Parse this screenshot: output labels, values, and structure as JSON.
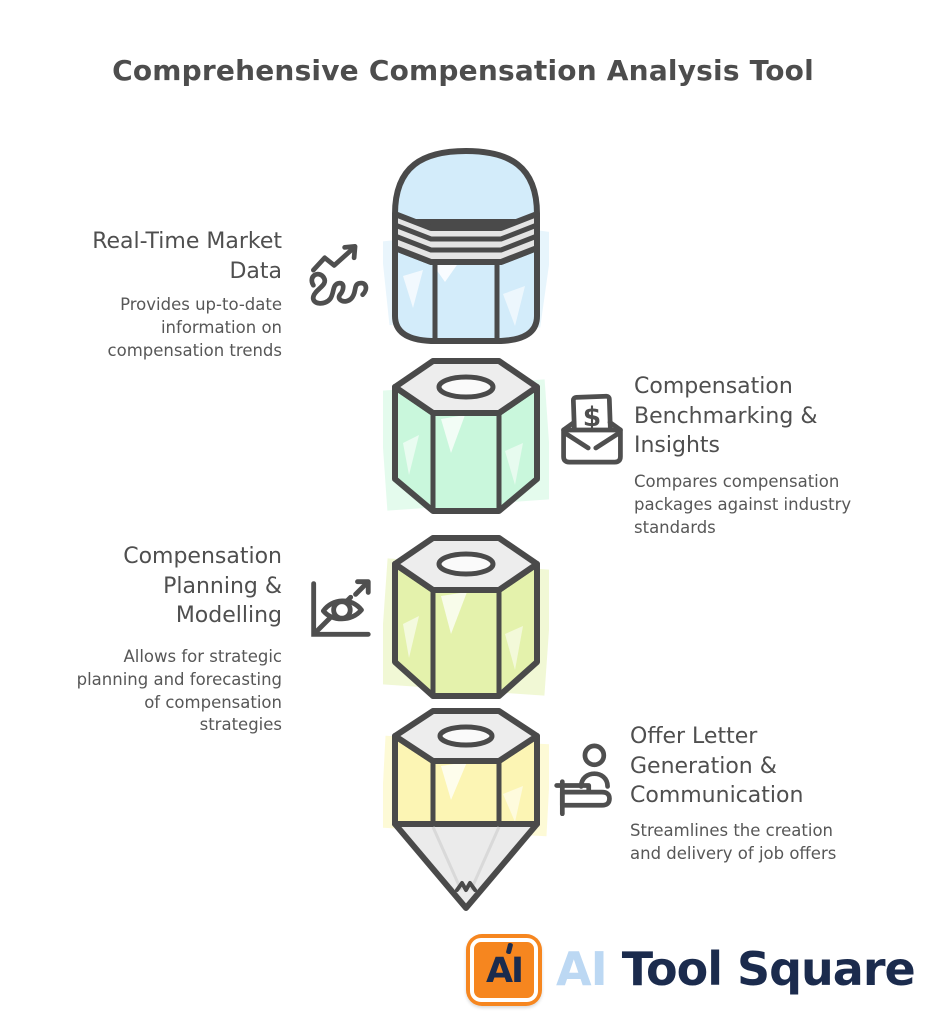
{
  "title": "Comprehensive Compensation Analysis Tool",
  "colors": {
    "outline": "#4a4a4a",
    "icon_stroke": "#4f4f4f",
    "heading_text": "#4f4f4f",
    "body_text": "#575757",
    "title_text": "#4d4d4d",
    "eraser_blue": "#d3ecfa",
    "mint_green": "#c9f7dc",
    "lime_green": "#e4f2ac",
    "soft_yellow": "#fcf5b4",
    "wood_gray": "#ededed",
    "ferrule_gray": "#e4e4e4",
    "tip_gray": "#ebebeb",
    "logo_orange": "#f6861f",
    "brand_light_blue": "#bcd8f3",
    "brand_navy": "#1b2b4d"
  },
  "features": [
    {
      "heading": "Real-Time Market Data",
      "description": "Provides up-to-date information on compensation trends",
      "icon": "trend-arrow-scribble-icon"
    },
    {
      "heading": "Compensation Benchmarking & Insights",
      "description": "Compares compensation packages against industry standards",
      "icon": "dollar-envelope-icon",
      "dollar_symbol": "$"
    },
    {
      "heading": "Compensation Planning & Modelling",
      "description": "Allows for strategic planning and forecasting of compensation strategies",
      "icon": "eye-growth-chart-icon"
    },
    {
      "heading": "Offer Letter Generation & Communication",
      "description": "Streamlines the creation and delivery of job offers",
      "icon": "person-at-desk-icon"
    }
  ],
  "footer": {
    "logo_badge_text": "AI",
    "brand_first": "AI ",
    "brand_rest": "Tool Square"
  }
}
